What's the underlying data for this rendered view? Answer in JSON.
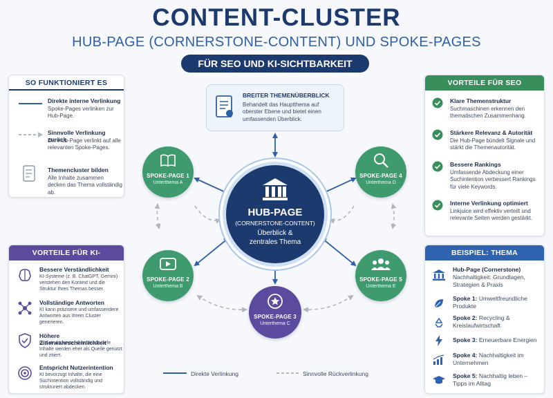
{
  "header": {
    "title": "CONTENT-CLUSTER",
    "subtitle": "HUB-PAGE (CORNERSTONE-CONTENT) UND SPOKE-PAGES",
    "banner": "FÜR SEO UND KI-SICHTBARKEIT"
  },
  "how_it_works": {
    "title": "SO FUNKTIONIERT ES",
    "items": [
      {
        "title": "Direkte interne Verlinkung",
        "desc": "Spoke-Pages verlinken zur Hub-Page."
      },
      {
        "title": "Sinnvolle Verlinkung zurück",
        "desc": "Die Hub-Page verlinkt auf alle relevanten Spoke-Pages."
      },
      {
        "title": "Themencluster bilden",
        "desc": "Alle Inhalte zusammen decken das Thema vollständig ab."
      }
    ]
  },
  "seo_advantages": {
    "title": "VORTEILE FÜR SEO",
    "items": [
      {
        "title": "Klare Themenstruktur",
        "desc": "Suchmaschinen erkennen den thematischen Zusammenhang."
      },
      {
        "title": "Stärkere Relevanz & Autorität",
        "desc": "Die Hub-Page bündelt Signale und stärkt die Themenautorität."
      },
      {
        "title": "Bessere Rankings",
        "desc": "Umfassende Abdeckung einer Suchintention verbessert Rankings für viele Keywords."
      },
      {
        "title": "Interne Verlinkung optimiert",
        "desc": "Linkjuice wird effektiv verteilt und relevante Seiten werden gestärkt."
      }
    ]
  },
  "ai_advantages": {
    "title": "VORTEILE FÜR KI-SICHTBARKEIT",
    "items": [
      {
        "title": "Bessere Verständlichkeit",
        "desc": "KI-Systeme (z. B. ChatGPT, Gemini) verstehen den Kontext und die Struktur Ihres Themas besser."
      },
      {
        "title": "Vollständige Antworten",
        "desc": "KI kann präzisere und umfassendere Antworten aus Ihrem Cluster generieren."
      },
      {
        "title": "Höhere Zitierwahrscheinlichkeit",
        "desc": "Gut strukturierte, thematisch tiefe Inhalte werden eher als Quelle genutzt und zitiert."
      },
      {
        "title": "Entspricht Nutzerintention",
        "desc": "KI bevorzugt Inhalte, die eine Suchintention vollständig und strukturiert abdecken."
      }
    ]
  },
  "example": {
    "title": "BEISPIEL: THEMA „NACHHALTIGKEIT“",
    "items": [
      {
        "title": "Hub-Page (Cornerstone)",
        "desc": "Nachhaltigkeit: Grundlagen, Strategien & Praxis"
      },
      {
        "title": "Spoke 1:",
        "desc": "Umweltfreundliche Produkte"
      },
      {
        "title": "Spoke 2:",
        "desc": "Recycling & Kreislaufwirtschaft"
      },
      {
        "title": "Spoke 3:",
        "desc": "Erneuerbare Energien"
      },
      {
        "title": "Spoke 4:",
        "desc": "Nachhaltigkeit im Unternehmen"
      },
      {
        "title": "Spoke 5:",
        "desc": "Nachhaltig leben – Tipps im Alltag"
      }
    ]
  },
  "overview": {
    "title": "BREITER THEMENÜBERBLICK",
    "desc": "Behandelt das Hauptthema auf oberster Ebene und bietet einen umfassenden Überblick."
  },
  "hub": {
    "title": "HUB-PAGE",
    "subtitle": "(CORNERSTONE-CONTENT)",
    "desc": "Überblick & zentrales Thema"
  },
  "spokes": [
    {
      "name": "SPOKE-PAGE 1",
      "sub": "Unterthema A"
    },
    {
      "name": "SPOKE-PAGE 2",
      "sub": "Unterthema B"
    },
    {
      "name": "SPOKE-PAGE 3",
      "sub": "Unterthema C"
    },
    {
      "name": "SPOKE-PAGE 4",
      "sub": "Unterthema D"
    },
    {
      "name": "SPOKE-PAGE 5",
      "sub": "Unterthema E"
    }
  ],
  "legend": {
    "direct": "Direkte Verlinkung",
    "back": "Sinnvolle Rückverlinkung"
  },
  "colors": {
    "navy": "#1c3a6e",
    "green": "#3f9a6e",
    "purple": "#5b4a9e",
    "blue": "#2f63b0"
  }
}
